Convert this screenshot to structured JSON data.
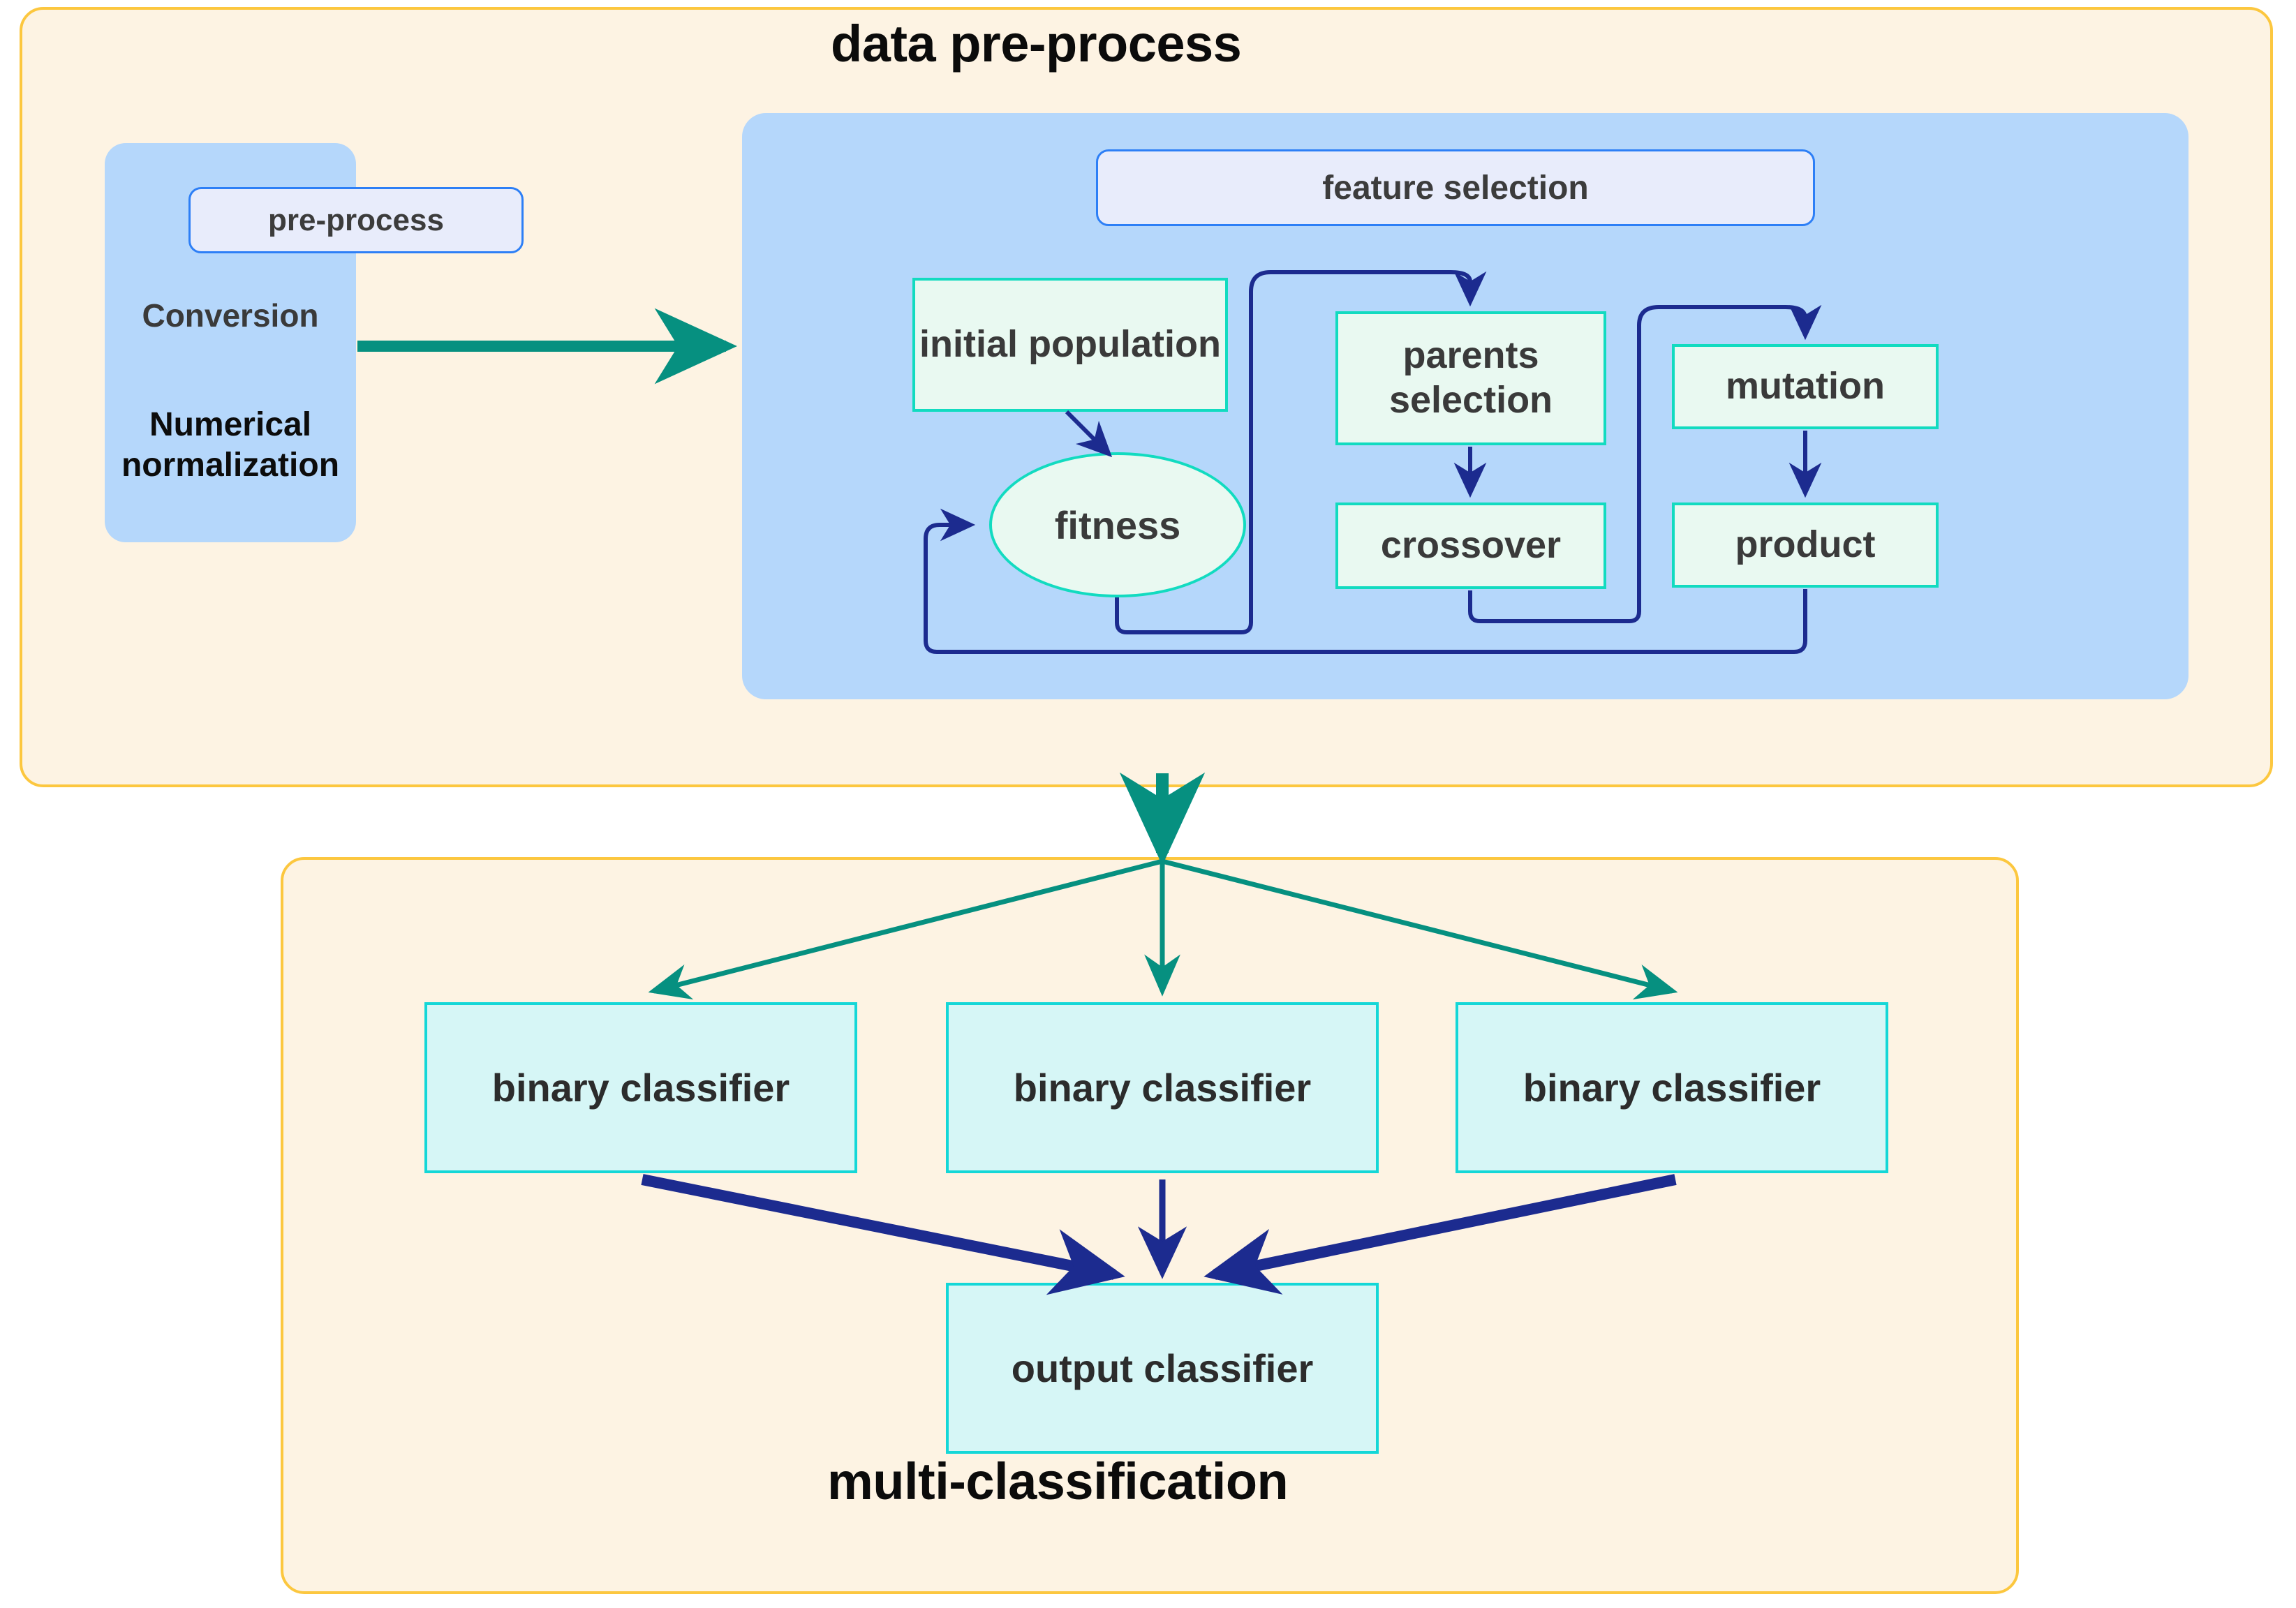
{
  "diagram": {
    "sections": {
      "top": {
        "title": "data pre-process"
      },
      "bottom": {
        "title": "multi-classification"
      }
    },
    "preprocess_panel": {
      "pill_label": "pre-process",
      "line1": "Conversion",
      "line2": "Numerical normalization"
    },
    "feature_selection_panel": {
      "pill_label": "feature selection",
      "nodes": {
        "initial_population": "initial population",
        "fitness": "fitness",
        "parents_selection": "parents selection",
        "crossover": "crossover",
        "mutation": "mutation",
        "product": "product"
      }
    },
    "classification": {
      "binary_classifiers": [
        "binary classifier",
        "binary classifier",
        "binary classifier"
      ],
      "output_classifier": "output classifier"
    },
    "colors": {
      "outer_border": "#fcc73f",
      "outer_fill": "#fdf3e3",
      "blue_panel": "#b5d7fb",
      "pill_border": "#2d7ff6",
      "pill_fill": "#e8ecfb",
      "mint_border": "#12dbc0",
      "mint_fill": "#e9f9f1",
      "cyan_border": "#14d7d7",
      "cyan_fill": "#d6f6f6",
      "green_arrow": "#069080",
      "navy_arrow": "#1c2b8f"
    }
  }
}
